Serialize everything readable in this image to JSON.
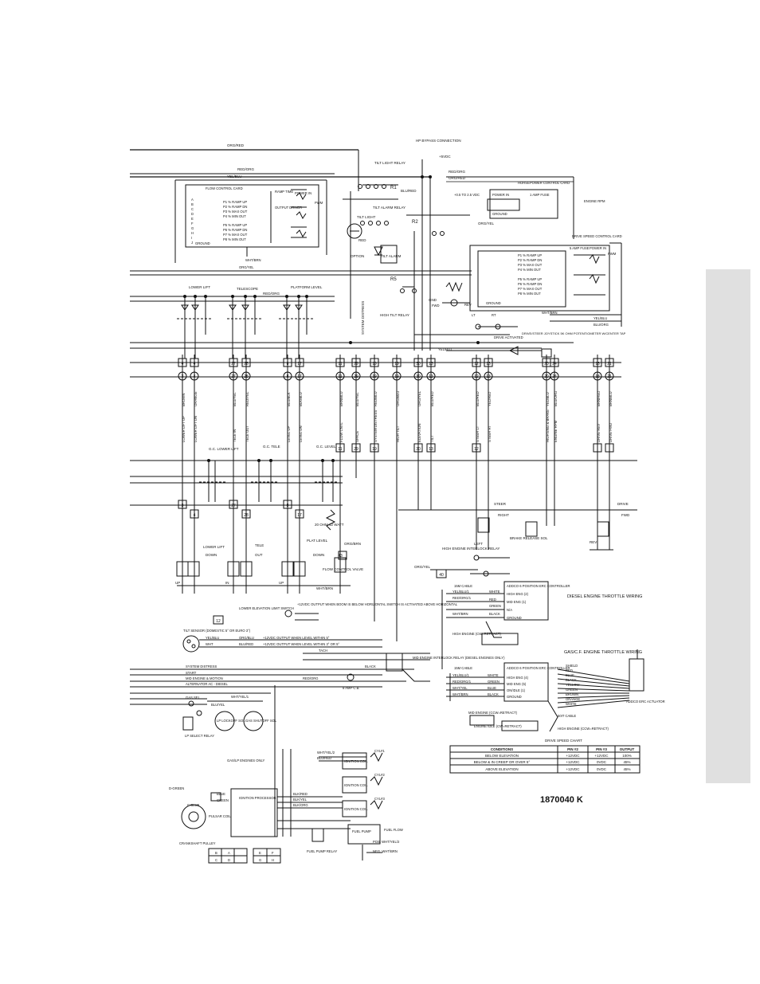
{
  "colors": {
    "ink": "#111111",
    "paper": "#ffffff",
    "side_tab": "#e0e0e0"
  },
  "drawing_number": "1870040 K",
  "top_labels": {
    "org_red_top": "ORG/RED",
    "hp_bypass": "HP BYPASS CONNECTION",
    "plus5vdc": "+5VDC",
    "red_org": "RED/ORG",
    "yel_blu": "YEL/BLU",
    "red_org2": "RED/ORG",
    "org_red2": "ORG/RED",
    "tilt_light_relay": "TILT LIGHT RELAY",
    "tilt_alarm_relay": "TILT ALARM RELAY",
    "tilt_light": "TILT LIGHT",
    "option": "OPTION",
    "tilt_alarm": "TILT ALARM",
    "r1": "R1",
    "r2": "R2",
    "r5": "R5",
    "high_tilt_relay": "HIGH TILT RELAY",
    "blu_red": "BLU/RED",
    "system_distress": "SYSTEM DISTRESS",
    "org_yel": "ORG/YEL",
    "gnd": "GND",
    "red": "RED"
  },
  "flow_control_card": {
    "title": "FLOW CONTROL CARD",
    "ramp_time": "RAMP TIME",
    "power_in": "POWER IN",
    "p1": "P1 % RAMP UP",
    "p2": "P2 % RAMP DN",
    "p3": "P3 % MAX OUT",
    "p4": "P4 % MIN OUT",
    "p5": "P5 % RAMP UP",
    "p6": "P6 % RAMP DN",
    "p7": "P7 % MAX OUT",
    "p8": "P8 % MIN OUT",
    "output_driver": "OUTPUT DRIVER",
    "pwm": "PWM",
    "ground": "GROUND",
    "inputs": [
      "A",
      "B",
      "C",
      "D",
      "E",
      "F",
      "G",
      "H",
      "I",
      "J"
    ],
    "ground_wire": "WHT/BRN",
    "org_yel": "ORG/YEL"
  },
  "hp_card": {
    "title": "HORSEPOWER CONTROL CARD",
    "power_in": "POWER IN",
    "fuse": "1 AMP FUSE",
    "range": "+0.5 TO 2.5 VDC",
    "ground": "GROUND",
    "engine_rpm": "ENGINE RPM",
    "org_yel": "ORG/YEL"
  },
  "drive_card": {
    "title": "DRIVE SPEED CONTROL CARD",
    "fuse": "5 AMP FUSE",
    "power_in": "POWER IN",
    "p1": "P1 % RAMP UP",
    "p2": "P2 % RAMP DN",
    "p3": "P3 % MAX OUT",
    "p4": "P4 % MIN OUT",
    "p5": "P5 % RAMP UP",
    "p6": "P6 % RAMP DN",
    "p7": "P7 % MAX OUT",
    "p8": "P8 % MIN OUT",
    "pwm": "PWM",
    "ground": "GROUND",
    "wht_brn": "WHT/BRN",
    "yel_blu": "YEL/BLU",
    "blu_org": "BLU/ORG",
    "joystick": "DRIVE/STEER JOYSTICK 5K OHM POTENTIOMETER W/CENTER TAP",
    "drive_activated": "DRIVE ACTIVATED",
    "yel_blu2": "YEL/BLU",
    "rev": "REV",
    "fwd": "FWD",
    "lt": "LT",
    "rt": "RT"
  },
  "switch_labels": {
    "lower_lift": "LOWER LIFT",
    "telescope": "TELESCOPE",
    "platform_level": "PLATFORM LEVEL",
    "red_org": "RED/ORG"
  },
  "connector_row": {
    "top": [
      "4",
      "4",
      "27",
      "28",
      "8",
      "17",
      "11",
      "29",
      "19",
      "19",
      "30",
      "13",
      "12",
      "13",
      "20",
      "24",
      "18",
      "21"
    ],
    "mid": [
      "3",
      "4",
      "27",
      "28",
      "8",
      "17",
      "11",
      "29",
      "19",
      "19",
      "30",
      "13",
      "12",
      "13",
      "20",
      "24",
      "18",
      "21"
    ]
  },
  "wire_colors": [
    "BROWN",
    "ORANGE",
    "BLU/YEL",
    "RED/YEL",
    "BLU/BLK",
    "BLK/BLU",
    "BRN/BLU",
    "BLU/YEL",
    "RED/BLU",
    "ORG/BLU",
    "ORG/YEL",
    "BLU/RED",
    "BLU/RED",
    "YEL/RED",
    "YEL/BLU",
    "BLU/ORG",
    "BRN/RED",
    "BRN/BLU"
  ],
  "functions": [
    "LOWER LIFT UP",
    "LOWER LIFT DN",
    "TELE IN",
    "TELE OUT",
    "LEVEL UP",
    "LEVEL DN",
    "FLOW CNTL",
    "SPACE",
    "SYSTEM DISTRESS",
    "HIGH TILT",
    "ELEVATION",
    "TILT",
    "STEER LT",
    "STEER RT",
    "HIGH ENG & BRAKE",
    "ENGINE RPM",
    "DRIVE REV",
    "DRIVE FWD"
  ],
  "gc_labels": {
    "gc_lower_lift": "G.C. LOWER LIFT",
    "gc_tele": "G.C. TELE",
    "gc_level": "G.C. LEVEL"
  },
  "lower_connectors": [
    "3",
    "4",
    "27",
    "28",
    "8",
    "17",
    "11",
    "29",
    "19",
    "30",
    "13",
    "12"
  ],
  "valves": {
    "lower_lift": "LOWER LIFT",
    "down": "DOWN",
    "up": "UP",
    "tele": "TELE",
    "out": "OUT",
    "in": "IN",
    "plat_level": "PLAT LEVEL",
    "down2": "DOWN",
    "up2": "UP",
    "flow_control_valve": "FLOW CONTROL VALVE",
    "resistor": "20 OHM 12 WATT",
    "wht_brn": "WHT/BRN",
    "org_brn": "ORG/BRN",
    "c43": "43"
  },
  "steer_drive": {
    "steer": "STEER",
    "right": "RIGHT",
    "left": "LEFT",
    "brake": "BRAKE RELEASE SOL",
    "drive": "DRIVE",
    "fwd": "FWD",
    "rev": "REV",
    "high_engine_relay": "HIGH ENGINE INTERLOCK RELAY",
    "org_yel": "ORG/YEL",
    "c40": "40"
  },
  "sensors": {
    "lower_elev_note": "+12VDC OUTPUT WHEN BOOM IS BELOW HORIZONTAL SWITCH IS ACTIVATED ABOVE HORIZONTAL",
    "lower_elev": "LOWER ELEVATION LIMIT SWITCH",
    "c12": "12",
    "tilt_sensor": "TILT SENSOR (DOMESTIC 5° OR EURO 3°)",
    "yel_blu": "YEL/BLU",
    "wht": "WHT",
    "org_blu": "ORG/BLU",
    "blu_red": "BLU/RED",
    "out1": "+12VDC OUTPUT WHEN LEVEL WITHIN 5°",
    "out2": "+12VDC OUTPUT WHEN LEVEL WITHIN 3° OR 5°",
    "tach": "TACH",
    "system_distress": "SYSTEM DISTRESS",
    "start": "START",
    "mid_engine": "MID ENGINE & MOTION",
    "alternator": "ALTERNATOR AC - DIESEL",
    "black": "BLACK",
    "red_org": "RED/ORG",
    "fuse": "8 AMP C.B.",
    "mid_relay": "MID ENGINE INTERLOCK RELAY (DIESEL ENGINES ONLY)"
  },
  "diesel_controller": {
    "title": "DIESEL ENGINE THROTTLE WIRING",
    "box_title": "ADDCO 6 POSITION ERC CONTROLLER",
    "cable": "15M CABLE",
    "rows": [
      "HIGH ENG (2)",
      "MID ENG (1)",
      "N/A",
      "GROUND"
    ],
    "wires": [
      "YEL/BLU/1",
      "RED/ORG/1",
      "WHT/BRN"
    ],
    "colors": [
      "WHITE",
      "RED",
      "GREEN",
      "BLACK"
    ],
    "high_engine": "HIGH ENGINE (CW=RETRACT)"
  },
  "gas_controller": {
    "title": "GAS/C.F. ENGINE THROTTLE WIRING",
    "box_title": "ADDCO 6 POSITION ERC CONTROLLER",
    "cable": "15M CABLE",
    "rows": [
      "HIGH ENG (4)",
      "MID ENG (5)",
      "ON/IDLE (1)",
      "GROUND"
    ],
    "wires": [
      "YEL/BLU/1",
      "RED/ORG/1",
      "WHT/YEL",
      "WHT/BRN"
    ],
    "colors": [
      "WHITE",
      "GREEN",
      "BLUE",
      "BLACK"
    ],
    "actuator_wires": [
      "SHIELD",
      "RED",
      "BLUE",
      "BLACK",
      "YELLOW",
      "GREEN",
      "BROWN",
      "ORANGE",
      "WHITE"
    ],
    "actuator": "ADDCO ERC ACTUATOR",
    "mid_engine": "MID ENGINE (CCW=RETRACT)",
    "engine_idle": "ENGINE IDLE (CW=RETRACT)",
    "high_engine": "HIGH ENGINE (CCW=RETRACT)",
    "cable2": "50IT CABLE"
  },
  "drive_speed_chart": {
    "title": "DRIVE SPEED CHART",
    "headers": [
      "CONDITIONS",
      "PIN #2",
      "PIN #3",
      "OUTPUT"
    ],
    "rows": [
      [
        "BELOW ELEVATION",
        "+12VDC",
        "+12VDC",
        "100%"
      ],
      [
        "BELOW & IN CREEP OR OVER 5°",
        "+12VDC",
        "0VDC",
        "45%"
      ],
      [
        "ABOVE ELEVATION",
        "+12VDC",
        "0VDC",
        "45%"
      ]
    ]
  },
  "gas_section": {
    "gas_sel": "GAS SEL",
    "wht_yel": "WHT/YEL/1",
    "blu_yel": "BLU/YEL",
    "lp_lockoff": "LP LOCKOFF SOL",
    "gas_shutoff": "GAS SHUTOFF SOL",
    "lp_select": "LP SELECT RELAY",
    "gas_lp_only": "GAS/LP ENGINES ONLY",
    "wht_yel2": "WHT/YEL/2",
    "blu_red": "BLU/RED",
    "cyl1": "CYL#1",
    "cyl2": "CYL#2",
    "cyl3": "CYL#3",
    "ignition_coil": "IGNITION COIL",
    "d_green": "D-GREEN",
    "c_blue": "C-BLUE",
    "pulsar_coil": "PULSAR COIL",
    "crankshaft": "CRANKSHAFT PULLEY",
    "ign_processor": "IGNITION PROCESSOR",
    "blue": "BLUE",
    "green": "GREEN",
    "blk_red": "BLK/RED",
    "blk_yel": "BLK/YEL",
    "blk_org": "BLK/ORG",
    "fuel_pump": "FUEL PUMP",
    "fuel_flow": "FUEL FLOW",
    "fuel_pump_relay": "FUEL PUMP RELAY",
    "pos": "POS. WHT/YEL/2",
    "neg": "NEG. WHT/BRN",
    "connector1": [
      "B",
      "A",
      "C",
      "D"
    ],
    "connector2": [
      "E",
      "F",
      "G",
      "H"
    ]
  }
}
